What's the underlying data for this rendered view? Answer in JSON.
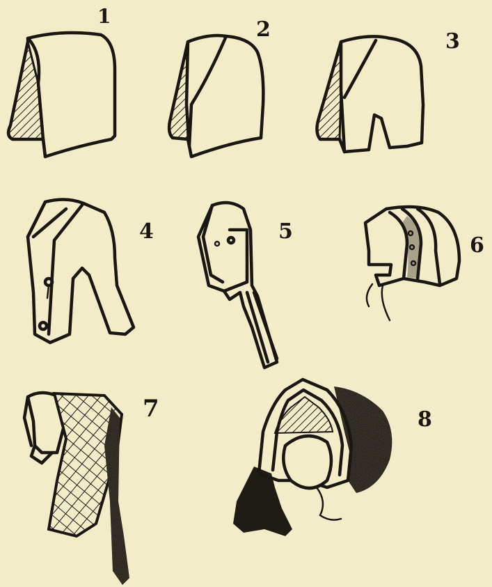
{
  "figures": [
    {
      "label": "1"
    },
    {
      "label": "2"
    },
    {
      "label": "3"
    },
    {
      "label": "4"
    },
    {
      "label": "5"
    },
    {
      "label": "6"
    },
    {
      "label": "7"
    },
    {
      "label": "8"
    }
  ],
  "colors": {
    "paper": "#f3ecc9",
    "ink": "#1a1712"
  }
}
